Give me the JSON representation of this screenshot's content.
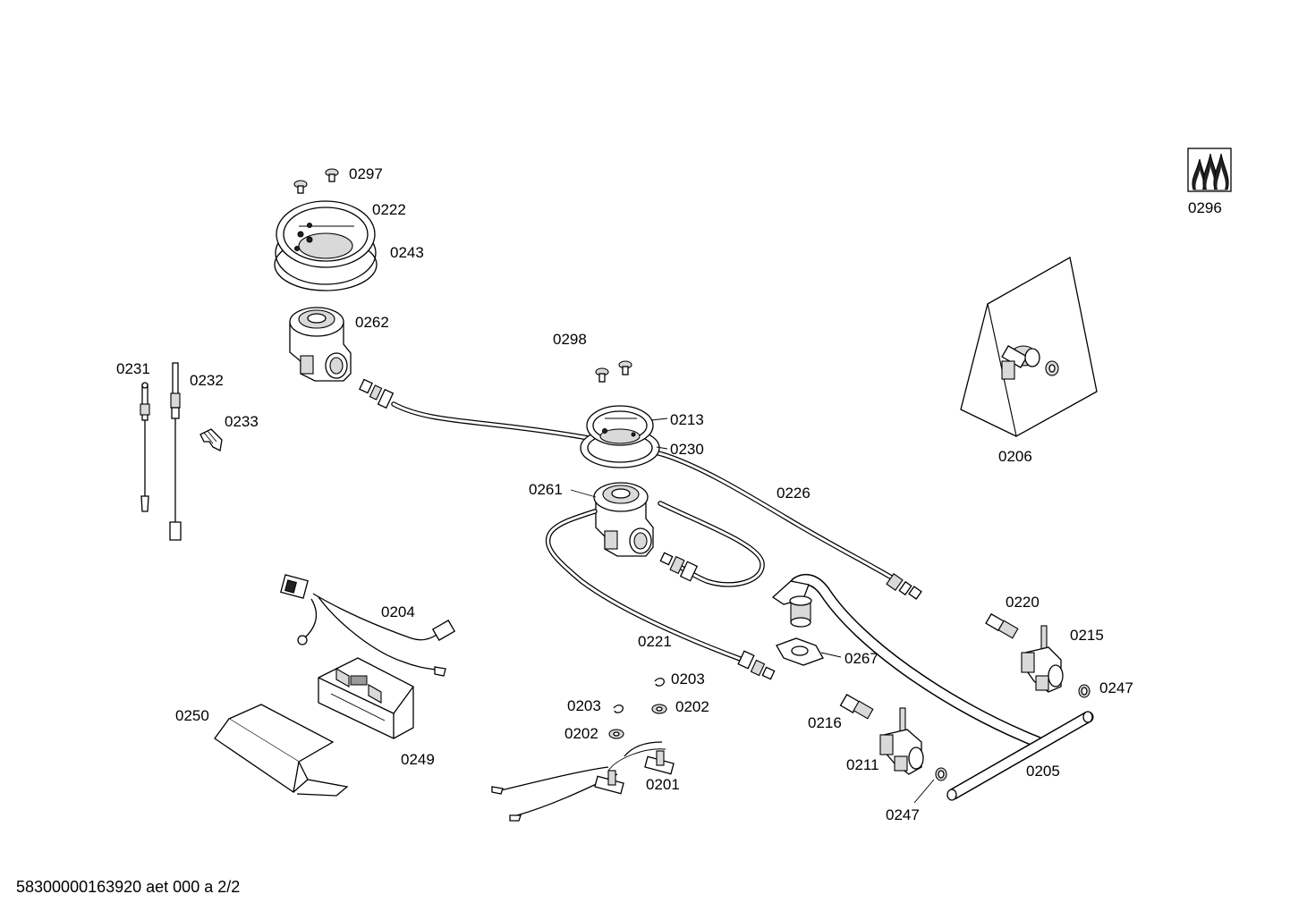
{
  "footer": {
    "document_code": "58300000163920 aet 000 a 2/2"
  },
  "labels": {
    "p0297": "0297",
    "p0222": "0222",
    "p0243": "0243",
    "p0262": "0262",
    "p0231": "0231",
    "p0232": "0232",
    "p0233": "0233",
    "p0298": "0298",
    "p0213": "0213",
    "p0230": "0230",
    "p0261": "0261",
    "p0226": "0226",
    "p0204": "0204",
    "p0221": "0221",
    "p0203a": "0203",
    "p0203b": "0203",
    "p0202a": "0202",
    "p0202b": "0202",
    "p0250": "0250",
    "p0249": "0249",
    "p0201": "0201",
    "p0267": "0267",
    "p0220": "0220",
    "p0215": "0215",
    "p0247a": "0247",
    "p0247b": "0247",
    "p0216": "0216",
    "p0211": "0211",
    "p0205": "0205",
    "p0206": "0206",
    "p0296": "0296"
  },
  "icons": {
    "gas_flame_symbol": "gas-flame-icon"
  },
  "colors": {
    "line": "#000000",
    "fill_light": "#d9d9d9",
    "background": "#ffffff"
  }
}
